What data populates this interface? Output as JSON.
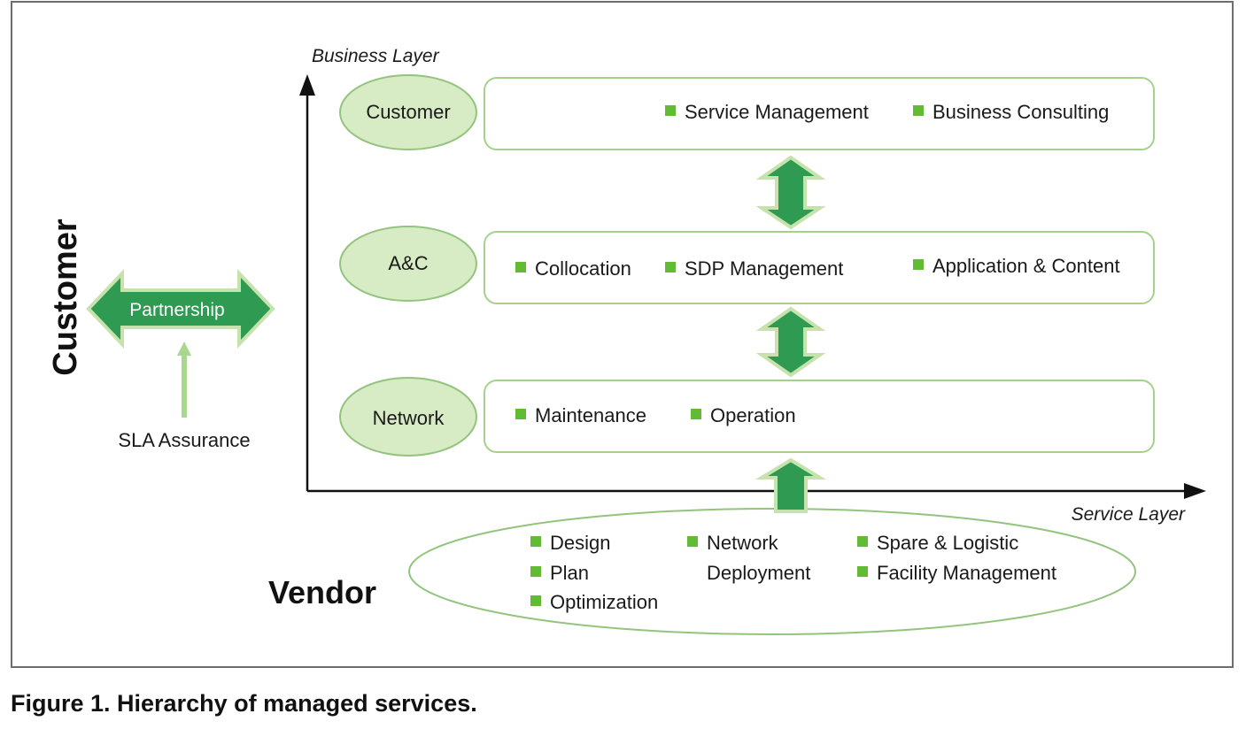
{
  "axes": {
    "y_label": "Business Layer",
    "x_label": "Service Layer"
  },
  "side": {
    "customer_label": "Customer",
    "partnership_label": "Partnership",
    "sla_label": "SLA Assurance",
    "vendor_label": "Vendor"
  },
  "layers": {
    "customer": {
      "name": "Customer",
      "items": [
        "Service Management",
        "Business Consulting"
      ]
    },
    "ac": {
      "name": "A&C",
      "items": [
        "Collocation",
        "SDP Management",
        "Application & Content"
      ]
    },
    "network": {
      "name": "Network",
      "items": [
        "Maintenance",
        "Operation"
      ]
    }
  },
  "vendor_items": {
    "col1": [
      "Design",
      "Plan",
      "Optimization"
    ],
    "col2": [
      "Network",
      "Deployment"
    ],
    "col3": [
      "Spare & Logistic",
      "Facility Management"
    ]
  },
  "caption": "Figure 1. Hierarchy of managed services.",
  "colors": {
    "arrow_fill": "#2e9a52",
    "arrow_stroke": "#c6e2ad",
    "ellipse_fill": "#d7ebc4",
    "ellipse_stroke": "#93c47d",
    "bullet": "#62bb35",
    "light_arrow": "#a9d78e"
  }
}
